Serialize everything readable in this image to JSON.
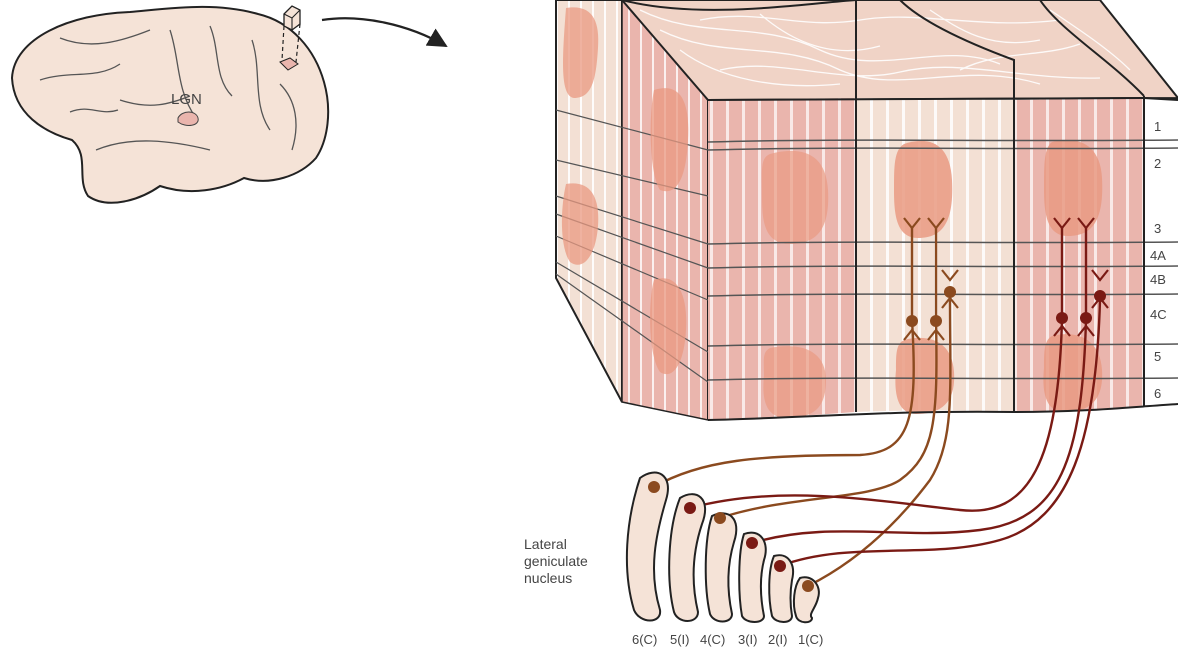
{
  "brain": {
    "label": "LGN"
  },
  "layers": [
    "1",
    "2",
    "3",
    "4A",
    "4B",
    "4C",
    "5",
    "6"
  ],
  "lgn": {
    "title": [
      "Lateral",
      "geniculate",
      "nucleus"
    ],
    "laminae": [
      "6(C)",
      "5(I)",
      "4(C)",
      "3(I)",
      "2(I)",
      "1(C)"
    ]
  },
  "colors": {
    "tissue_light": "#f3e0d4",
    "tissue_pink": "#eab5ad",
    "blob": "#e99a82",
    "brain_fill": "#f5e3d7",
    "ipsi_axon": "#8b4a1f",
    "contra_axon": "#7a1a14",
    "outline": "#222222"
  }
}
